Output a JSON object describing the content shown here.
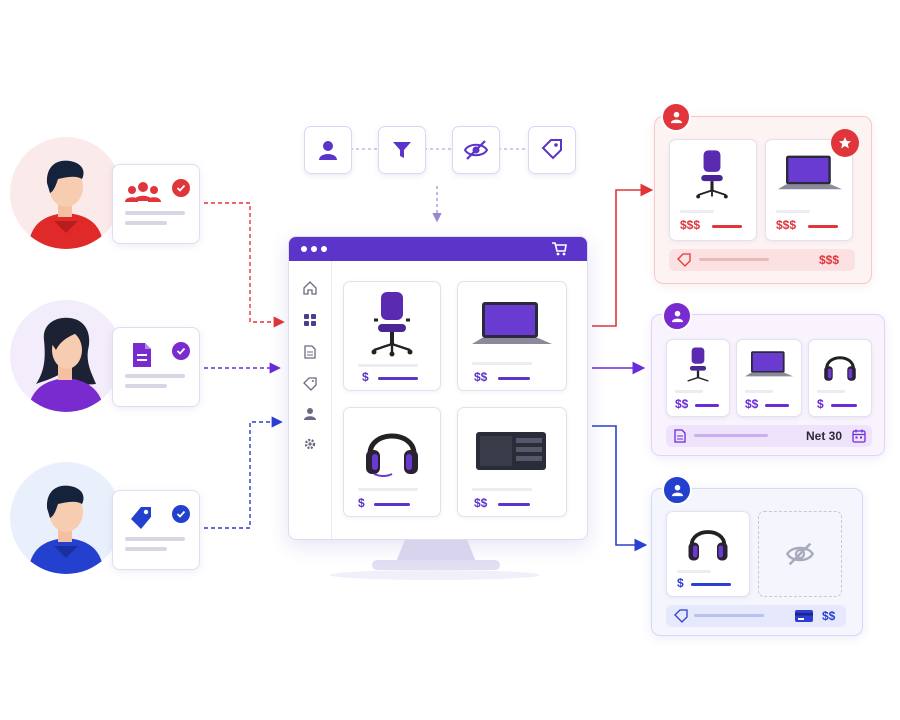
{
  "colors": {
    "red": "#e0353a",
    "purple": "#6c2bd9",
    "blue": "#2b3fd0",
    "accent": "#5b34c9"
  },
  "filter_toolbar": [
    "user-icon",
    "filter-icon",
    "eye-off-icon",
    "tag-icon"
  ],
  "catalog": {
    "products": [
      {
        "name": "office-chair",
        "price": "$"
      },
      {
        "name": "laptop",
        "price": "$$"
      },
      {
        "name": "headphones",
        "price": "$"
      },
      {
        "name": "server",
        "price": "$$"
      }
    ],
    "sidebar_icons": [
      "home-icon",
      "grid-icon",
      "document-icon",
      "tag-icon",
      "user-icon",
      "gear-icon"
    ]
  },
  "personas": [
    {
      "segment": "group",
      "badge_icon": "group-icon",
      "color": "#e0353a"
    },
    {
      "segment": "contract",
      "badge_icon": "document-icon",
      "color": "#6c2bd9"
    },
    {
      "segment": "discount",
      "badge_icon": "tag-icon",
      "color": "#2b3fd0"
    }
  ],
  "outputs": {
    "premium": {
      "products": [
        {
          "name": "office-chair",
          "price": "$$$"
        },
        {
          "name": "laptop",
          "price": "$$$"
        }
      ],
      "footer_value": "$$$"
    },
    "contract": {
      "products": [
        {
          "name": "office-chair",
          "price": "$$"
        },
        {
          "name": "laptop",
          "price": "$$"
        },
        {
          "name": "headphones",
          "price": "$"
        }
      ],
      "footer_value": "Net 30"
    },
    "restricted": {
      "products": [
        {
          "name": "headphones",
          "price": "$"
        }
      ],
      "footer_value": "$$"
    }
  }
}
